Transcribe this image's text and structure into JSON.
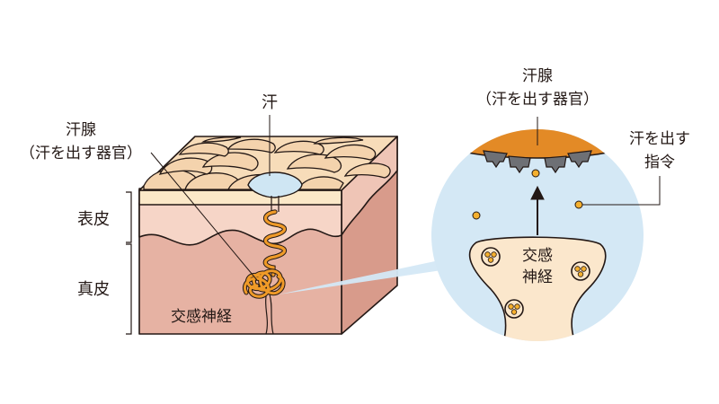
{
  "labels": {
    "sweat": "汗",
    "gland_left_line1": "汗腺",
    "gland_left_line2": "（汗を出す器官）",
    "epidermis": "表皮",
    "dermis": "真皮",
    "nerve_left": "交感神経",
    "gland_right_line1": "汗腺",
    "gland_right_line2": "（汗を出す器官）",
    "signal_line1": "汗を出す",
    "signal_line2": "指令",
    "nerve_right_line1": "交感",
    "nerve_right_line2": "神経"
  },
  "colors": {
    "outline": "#231815",
    "dermis": "#e6b2a3",
    "dermis_top": "#eec3b4",
    "epidermis": "#f6d5c7",
    "stratum": "#fbe8c8",
    "cell": "#f7dcb9",
    "gland": "#ef9a28",
    "sweat": "#cfe6f3",
    "zoom_bg": "#d4e8f5",
    "gland_cap": "#e38a26",
    "receptor": "#6e7075",
    "neuron": "#fbe7cc",
    "vesicle": "#f5b02f"
  }
}
